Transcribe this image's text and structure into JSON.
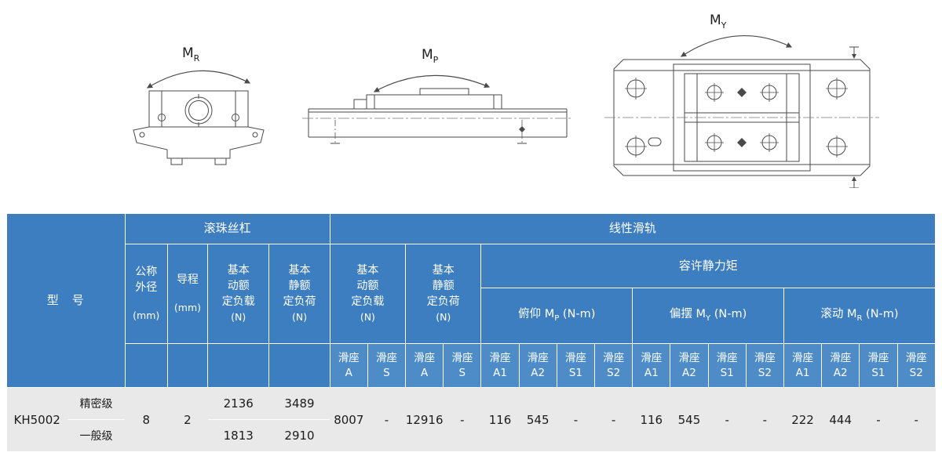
{
  "diagrams": {
    "roll": {
      "m": "M",
      "sub": "R"
    },
    "pitch": {
      "m": "M",
      "sub": "P"
    },
    "yaw": {
      "m": "M",
      "sub": "Y"
    }
  },
  "table": {
    "model_header": "型　号",
    "groups": {
      "ball_screw": "滚珠丝杠",
      "linear_guide": "线性滑轨"
    },
    "cols": {
      "nominal_od": {
        "l1": "公称",
        "l2": "外径",
        "unit": "(mm)"
      },
      "lead": {
        "l1": "导程",
        "unit": "(mm)"
      },
      "bs_dyn": {
        "l1": "基本",
        "l2": "动额",
        "l3": "定负载",
        "unit": "(N)"
      },
      "bs_stat": {
        "l1": "基本",
        "l2": "静额",
        "l3": "定负荷",
        "unit": "(N)"
      },
      "lg_dyn": {
        "l1": "基本",
        "l2": "动额",
        "l3": "定负载",
        "unit": "(N)"
      },
      "lg_stat": {
        "l1": "基本",
        "l2": "静额",
        "l3": "定负荷",
        "unit": "(N)"
      },
      "moment": "容许静力矩",
      "pitch": {
        "prefix": "俯仰 M",
        "sub": "P",
        "suffix": " (N-m)"
      },
      "yaw": {
        "prefix": "偏摆 M",
        "sub": "Y",
        "suffix": " (N-m)"
      },
      "roll": {
        "prefix": "滚动 M",
        "sub": "R",
        "suffix": " (N-m)"
      }
    },
    "slide_label": "滑座",
    "slide_suffix": [
      "A",
      "S",
      "A",
      "S",
      "A1",
      "A2",
      "S1",
      "S2",
      "A1",
      "A2",
      "S1",
      "S2",
      "A1",
      "A2",
      "S1",
      "S2"
    ],
    "data": {
      "model": "KH5002",
      "grade_precision": "精密级",
      "grade_normal": "一般级",
      "nominal_od": "8",
      "lead": "2",
      "bs_dyn_precision": "2136",
      "bs_stat_precision": "3489",
      "bs_dyn_normal": "1813",
      "bs_stat_normal": "2910",
      "lg": [
        "8007",
        "-",
        "12916",
        "-",
        "116",
        "545",
        "-",
        "-",
        "116",
        "545",
        "-",
        "-",
        "222",
        "444",
        "-",
        "-"
      ]
    }
  },
  "colors": {
    "header_blue": "#3c7ebf",
    "subheader_blue": "#4e8cc8",
    "row_gray": "#e9e9e9"
  }
}
